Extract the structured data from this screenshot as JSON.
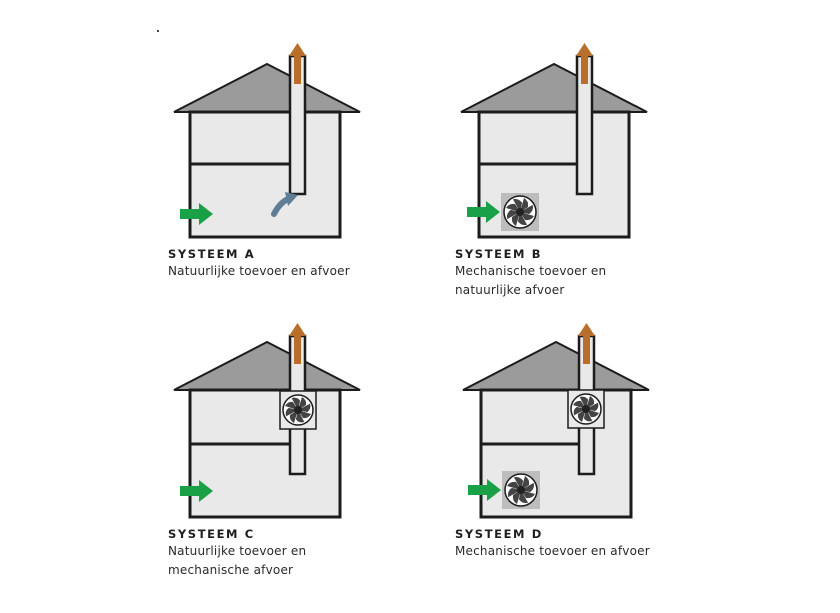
{
  "colors": {
    "roof": "#9b9b9b",
    "wall": "#e9e9e9",
    "outline": "#1c1c1c",
    "chimney_arrow": "#b86f2b",
    "inflow_arrow": "#1aa046",
    "natural_arrow": "#5f7d95",
    "fan_box": "#bdbdbd"
  },
  "icons": [
    "house-icon",
    "fan-icon",
    "arrow-right-icon",
    "arrow-up-icon",
    "curved-arrow-icon"
  ],
  "systems": [
    {
      "title": "SYSTEEM A",
      "line1": "Natuurlijke toevoer en afvoer",
      "line2": ""
    },
    {
      "title": "SYSTEEM B",
      "line1": "Mechanische toevoer en",
      "line2": "natuurlijke afvoer"
    },
    {
      "title": "SYSTEEM C",
      "line1": "Natuurlijke toevoer en",
      "line2": "mechanische afvoer"
    },
    {
      "title": "SYSTEEM D",
      "line1": "Mechanische toevoer en afvoer",
      "line2": ""
    }
  ]
}
